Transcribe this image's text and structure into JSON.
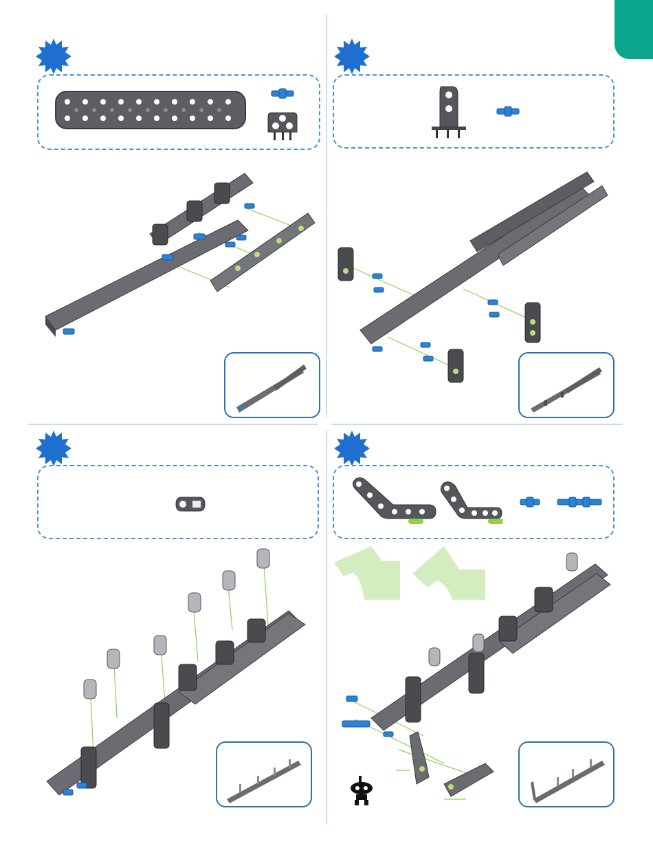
{
  "page": {
    "accent_blue": "#1e6fd0",
    "accent_green": "#0aa58c",
    "part_gray": "#55575c",
    "connector_blue": "#2a83d4",
    "guide_green": "#8fd14f"
  },
  "steps": [
    {
      "number": "",
      "badge_icon": "starburst-badge-icon",
      "parts": [
        "long-beam",
        "connector-pin",
        "corner-bracket"
      ]
    },
    {
      "number": "",
      "badge_icon": "starburst-badge-icon",
      "parts": [
        "t-bracket",
        "connector-pin"
      ]
    },
    {
      "number": "",
      "badge_icon": "starburst-badge-icon",
      "parts": [
        "short-link"
      ]
    },
    {
      "number": "",
      "badge_icon": "starburst-badge-icon",
      "parts": [
        "bent-link-left",
        "bent-link-right",
        "connector-pin",
        "double-connector-pin"
      ]
    }
  ],
  "mascot": {
    "icon": "robot-mascot-icon"
  }
}
